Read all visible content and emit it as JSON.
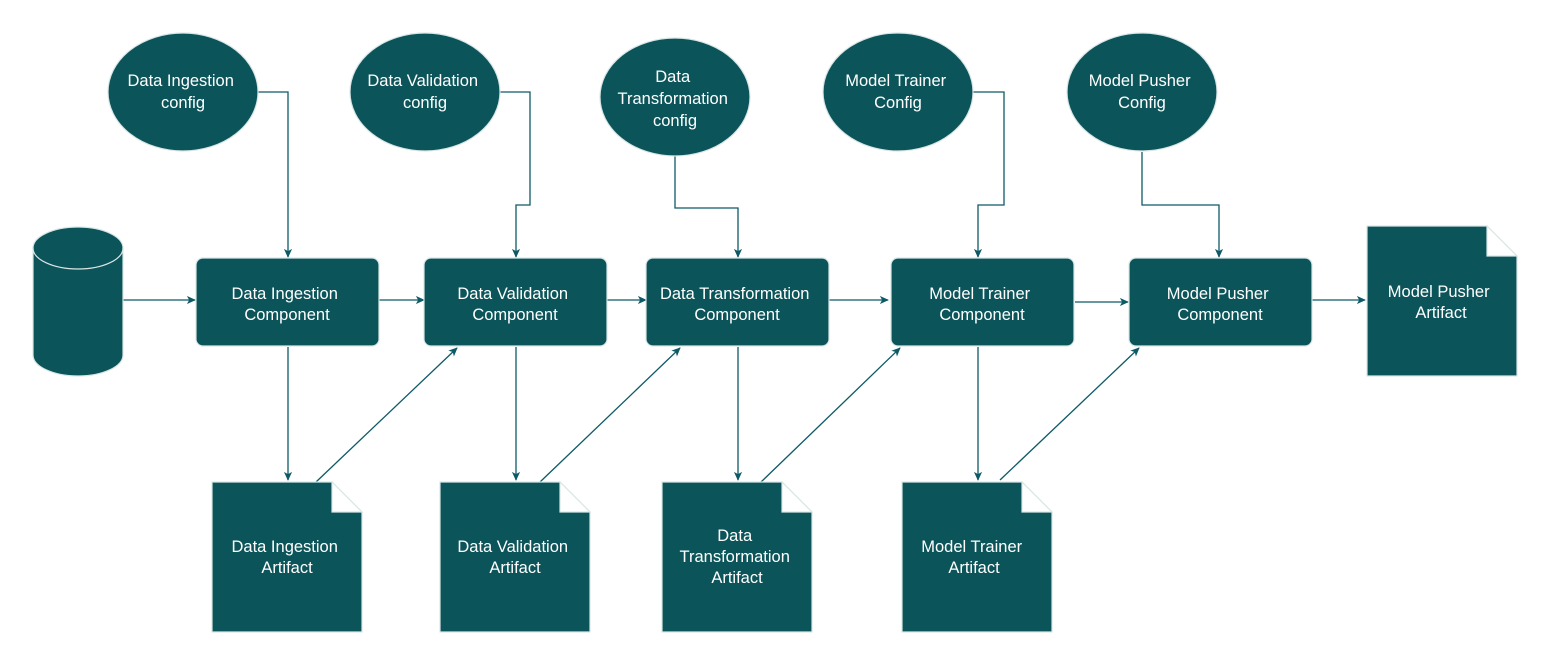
{
  "colors": {
    "node_fill": "#0b5459",
    "edge": "#0d5a66",
    "text": "#ffffff"
  },
  "configs": [
    {
      "lines": [
        "Data Ingestion",
        "config"
      ]
    },
    {
      "lines": [
        "Data Validation",
        "config"
      ]
    },
    {
      "lines": [
        "Data",
        "Transformation",
        "config"
      ]
    },
    {
      "lines": [
        "Model Trainer",
        "Config"
      ]
    },
    {
      "lines": [
        "Model Pusher",
        "Config"
      ]
    }
  ],
  "components": [
    {
      "lines": [
        "Data Ingestion",
        "Component"
      ]
    },
    {
      "lines": [
        "Data Validation",
        "Component"
      ]
    },
    {
      "lines": [
        "Data Transformation",
        "Component"
      ]
    },
    {
      "lines": [
        "Model Trainer",
        "Component"
      ]
    },
    {
      "lines": [
        "Model Pusher",
        "Component"
      ]
    }
  ],
  "artifacts": [
    {
      "lines": [
        "Data Ingestion",
        "Artifact"
      ]
    },
    {
      "lines": [
        "Data Validation",
        "Artifact"
      ]
    },
    {
      "lines": [
        "Data",
        "Transformation",
        "Artifact"
      ]
    },
    {
      "lines": [
        "Model Trainer",
        "Artifact"
      ]
    }
  ],
  "final_artifact": {
    "lines": [
      "Model Pusher",
      "Artifact"
    ]
  }
}
